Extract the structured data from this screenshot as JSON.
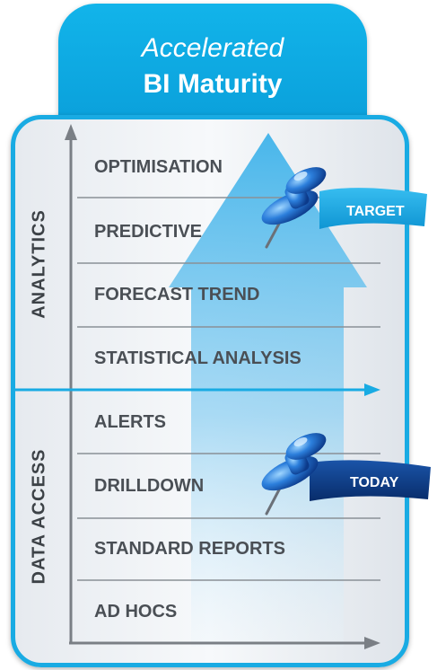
{
  "header": {
    "line1": "Accelerated",
    "line2": "BI Maturity"
  },
  "sections": {
    "analytics": "ANALYTICS",
    "data_access": "DATA ACCESS"
  },
  "levels": [
    "OPTIMISATION",
    "PREDICTIVE",
    "FORECAST TREND",
    "STATISTICAL ANALYSIS",
    "ALERTS",
    "DRILLDOWN",
    "STANDARD REPORTS",
    "AD HOCS"
  ],
  "markers": {
    "target": "TARGET",
    "today": "TODAY"
  },
  "colors": {
    "accent": "#12b4ea",
    "target_flag": "#1aa9e2",
    "today_flag": "#0b3d86"
  }
}
